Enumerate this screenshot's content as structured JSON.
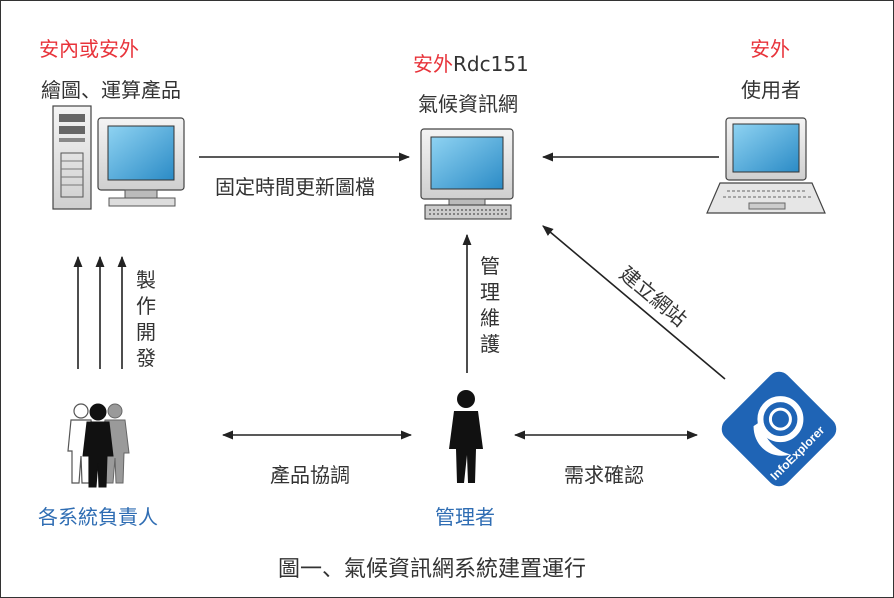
{
  "nodes": {
    "producer": {
      "location": "安內或安外",
      "role": "繪圖、運算產品"
    },
    "server": {
      "location": "安外",
      "host": "Rdc151",
      "name": "氣候資訊網"
    },
    "user": {
      "location": "安外",
      "name": "使用者"
    },
    "owners": {
      "name": "各系統負責人"
    },
    "admin": {
      "name": "管理者"
    },
    "infoexplorer": {
      "logo_text": "InfoExplorer"
    }
  },
  "edges": {
    "update": "固定時間更新圖檔",
    "develop": "製作開發",
    "maintain": "管理維護",
    "build_site": "建立網站",
    "coordinate": "產品協調",
    "requirements": "需求確認"
  },
  "caption": "圖一、氣候資訊網系統建置運行",
  "colors": {
    "location": "#e8333a",
    "people": "#2f6db3",
    "text": "#333333"
  }
}
